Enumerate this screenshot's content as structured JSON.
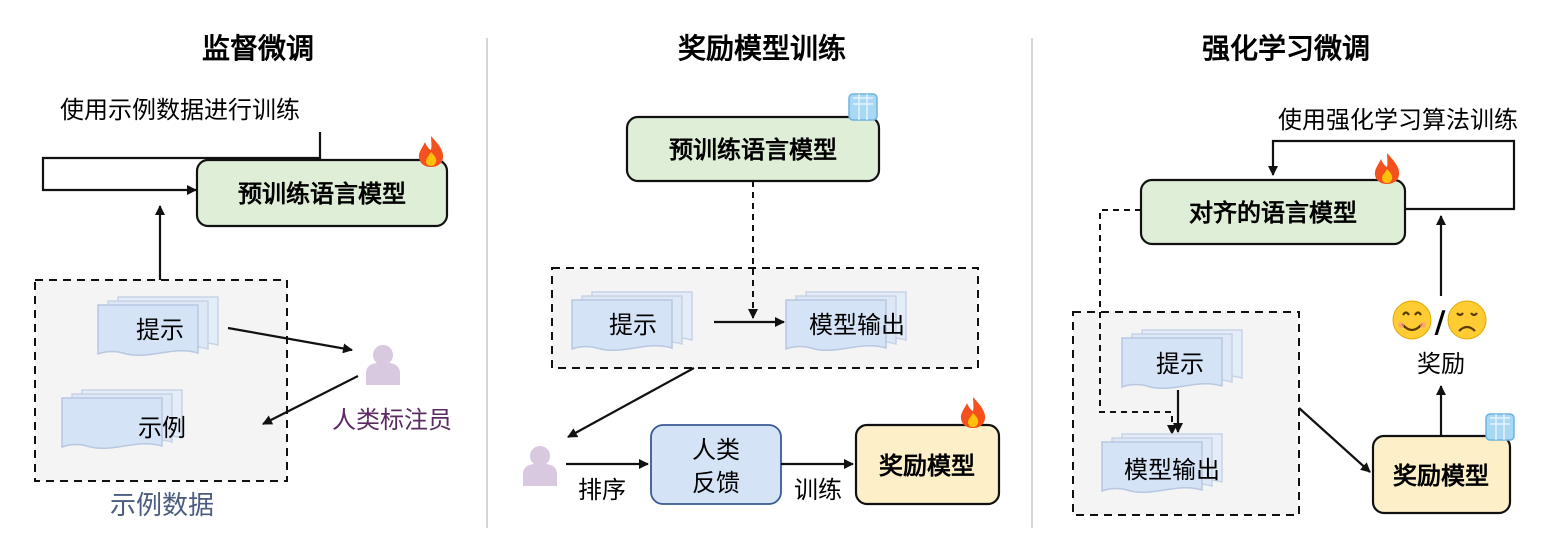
{
  "colors": {
    "model_green": "#dfeed7",
    "reward_yellow": "#fdefc8",
    "doc_blue": "#d5e3f6",
    "human_purple": "#d8c8e0",
    "annotator_text": "#5b2a63",
    "example_data_text": "#4a5d80",
    "panel_fill": "#f4f4f4",
    "divider": "#c8c8c8"
  },
  "icons": [
    "fire-icon",
    "ice-icon",
    "person-icon",
    "smile-emoji-icon",
    "sad-emoji-icon"
  ],
  "panels": [
    {
      "title": "监督微调",
      "loop_label": "使用示例数据进行训练",
      "model_label": "预训练语言模型",
      "prompt_label": "提示",
      "example_label": "示例",
      "annotator_label": "人类标注员",
      "data_label": "示例数据"
    },
    {
      "title": "奖励模型训练",
      "model_label": "预训练语言模型",
      "prompt_label": "提示",
      "output_label": "模型输出",
      "rank_label": "排序",
      "feedback_label_1": "人类",
      "feedback_label_2": "反馈",
      "train_label": "训练",
      "reward_label": "奖励模型"
    },
    {
      "title": "强化学习微调",
      "loop_label": "使用强化学习算法训练",
      "model_label": "对齐的语言模型",
      "prompt_label": "提示",
      "output_label": "模型输出",
      "reward_label": "奖励模型",
      "reward_signal_label": "奖励",
      "slash": "/"
    }
  ]
}
